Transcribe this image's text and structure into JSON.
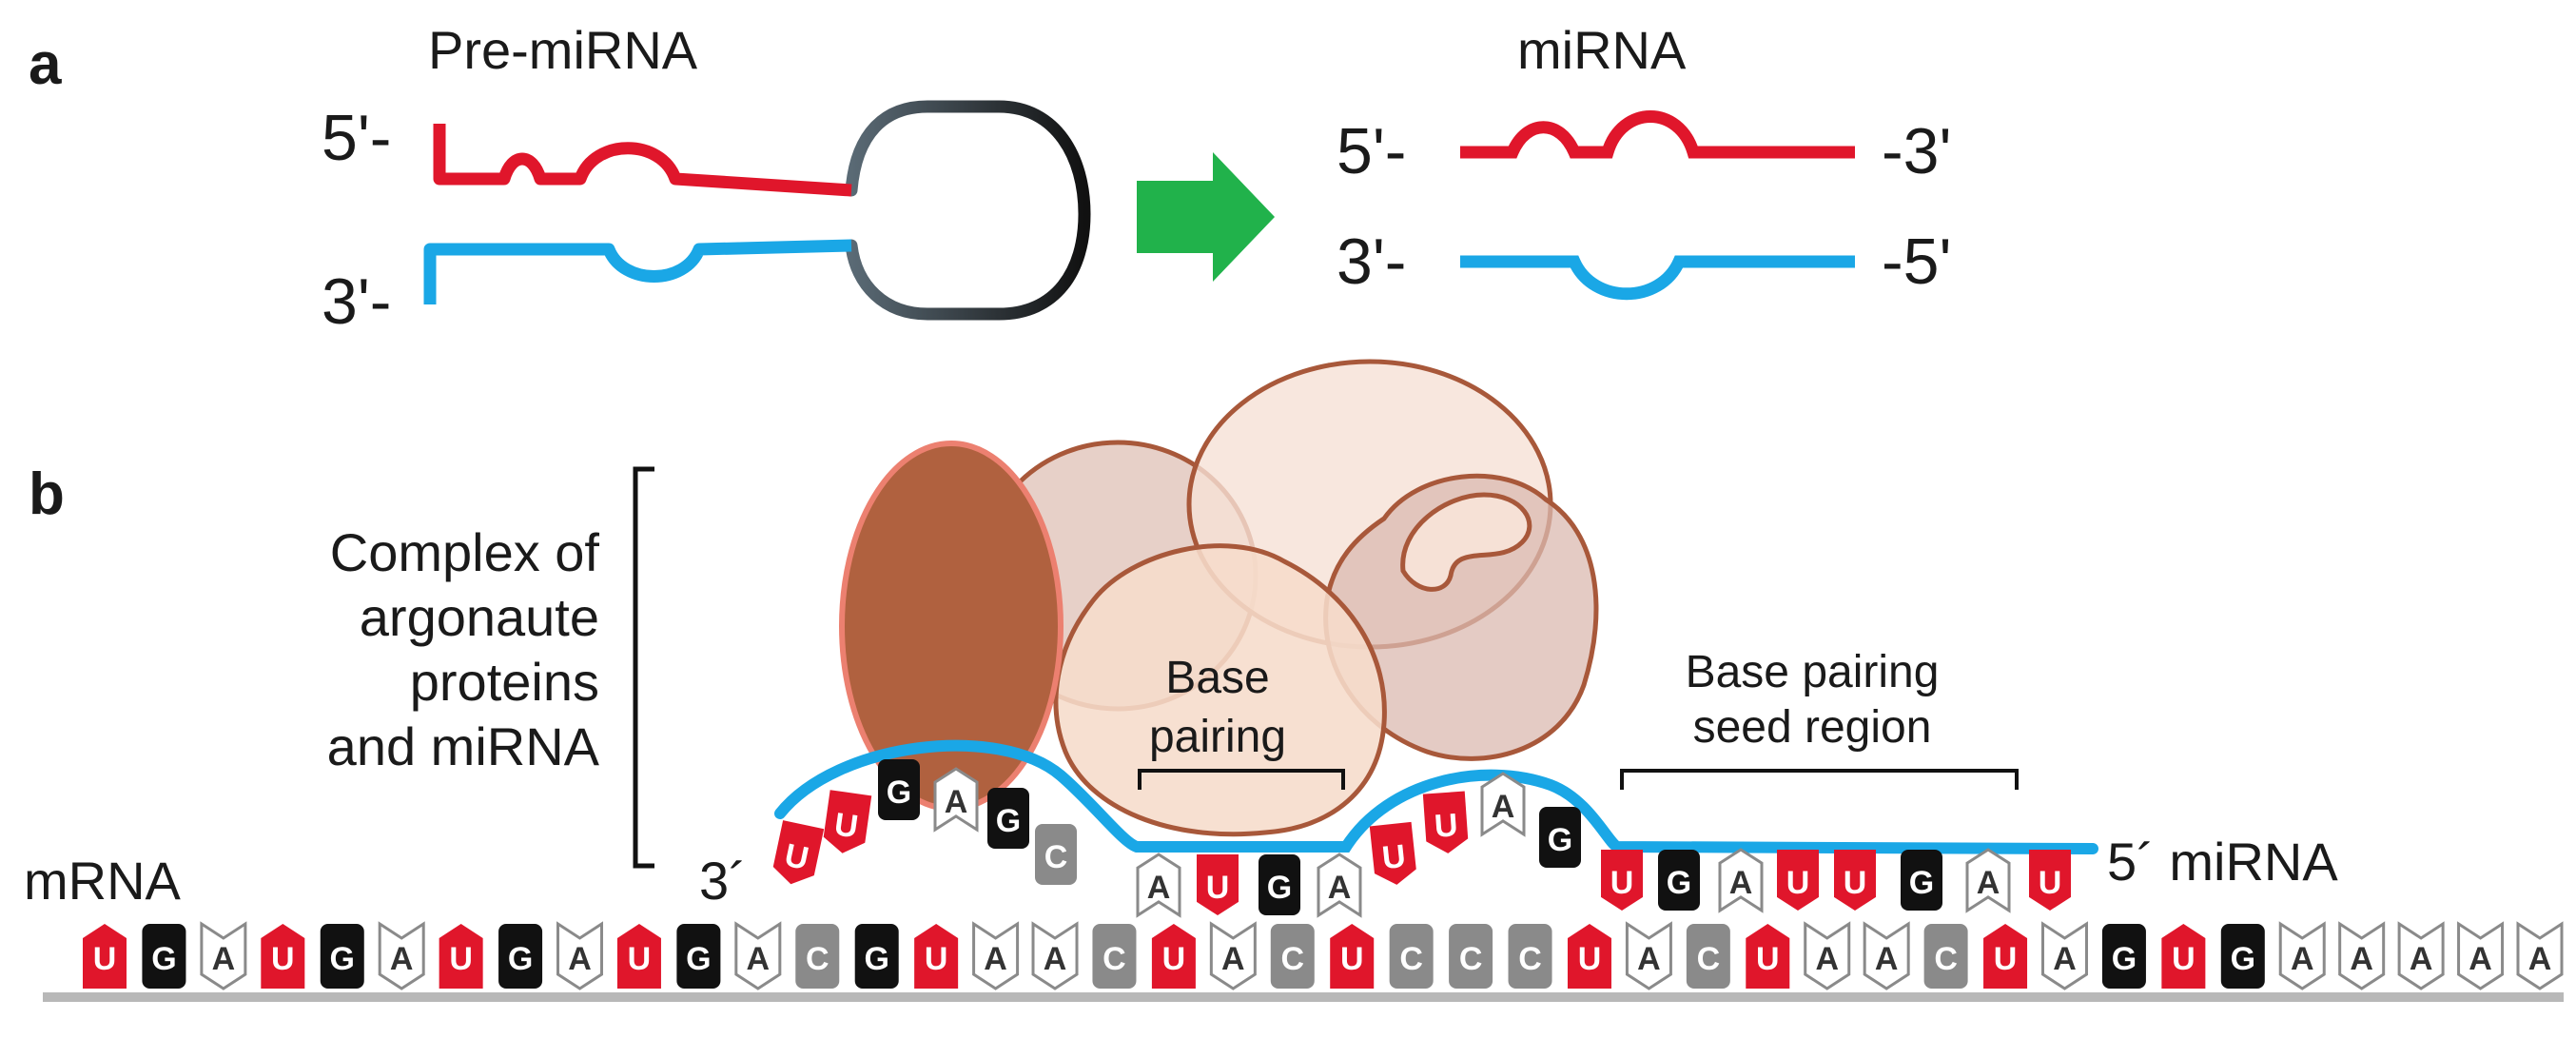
{
  "panel_a": {
    "label": "a",
    "pre_title": "Pre-miRNA",
    "mature_title": "miRNA",
    "pre_five": "5'-",
    "pre_three": "3'-",
    "mat_five_left": "5'-",
    "mat_three_right": "-3'",
    "mat_three_left": "3'-",
    "mat_five_right": "-5'"
  },
  "panel_b": {
    "label": "b",
    "complex_label": [
      "Complex of",
      "argonaute",
      "proteins",
      "and miRNA"
    ],
    "base_pairing": [
      "Base",
      "pairing"
    ],
    "seed_region": [
      "Base pairing",
      "seed region"
    ],
    "mrna_label": "mRNA",
    "three_prime": "3´",
    "mirna_label": "5´ miRNA",
    "mirna_bases": [
      "U",
      "U",
      "G",
      "A",
      "G",
      "C",
      "A",
      "U",
      "G",
      "A",
      "U",
      "U",
      "A",
      "G",
      "U",
      "G",
      "A",
      "U",
      "U",
      "G",
      "A",
      "U"
    ],
    "mrna_bases": [
      "U",
      "G",
      "A",
      "U",
      "G",
      "A",
      "U",
      "G",
      "A",
      "U",
      "G",
      "A",
      "C",
      "G",
      "U",
      "A",
      "A",
      "C",
      "U",
      "A",
      "C",
      "U",
      "C",
      "C",
      "C",
      "U",
      "A",
      "C",
      "U",
      "A",
      "A",
      "C",
      "U",
      "A",
      "G",
      "U",
      "G",
      "A",
      "A",
      "A",
      "A",
      "A"
    ]
  },
  "colors": {
    "red_strand": "#e0162b",
    "blue_strand": "#1aa7e6",
    "loop_dark": "#222222",
    "arrow": "#21b24b",
    "U": "#e0162b",
    "G": "#111111",
    "C": "#8a8a8a",
    "A": "#ffffff",
    "protein_outline": "#a8583a"
  }
}
